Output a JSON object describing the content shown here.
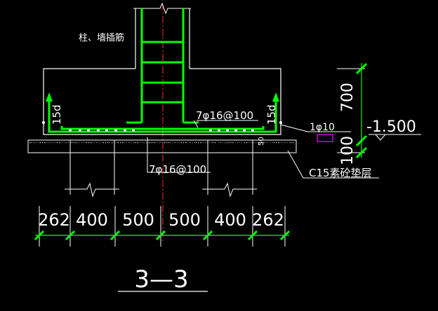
{
  "drawing": {
    "label_column_dowels": "柱、墙插筋",
    "label_top_rebar": "7φ16@100",
    "label_bottom_rebar": "7φ16@100",
    "label_hook_left": "15d",
    "label_hook_right": "15d",
    "label_stirrup": "1φ10",
    "label_cover": "50",
    "label_elevation": "-1.500",
    "label_height_upper": "700",
    "label_height_lower": "100",
    "label_cushion": "C15素砼垫层",
    "dimensions": [
      "262",
      "400",
      "500",
      "500",
      "400",
      "262"
    ],
    "section_title": "3—3",
    "colors": {
      "background": "#000000",
      "outline": "#ffffff",
      "rebar": "#00ff00",
      "centerline": "#ff0000",
      "stirrup_marker": "#ff00ff",
      "text": "#ffffff"
    }
  }
}
